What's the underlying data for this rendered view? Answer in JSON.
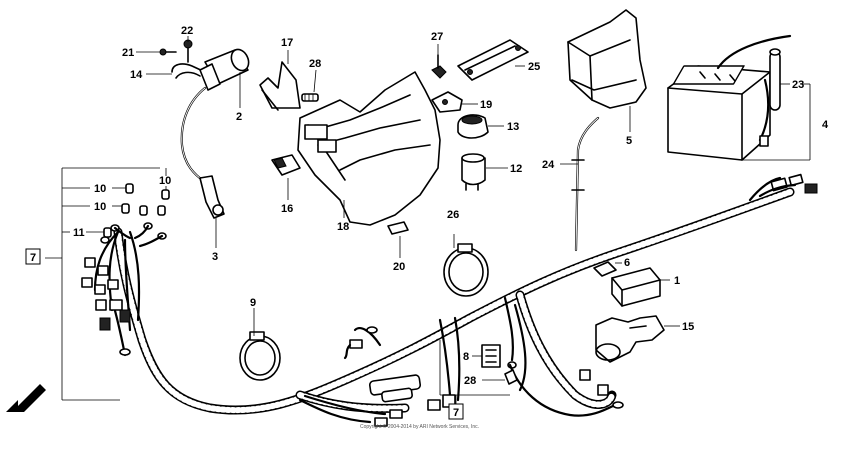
{
  "diagram": {
    "parts": [
      {
        "id": "p21",
        "label": "21"
      },
      {
        "id": "p22",
        "label": "22"
      },
      {
        "id": "p14",
        "label": "14"
      },
      {
        "id": "p2",
        "label": "2"
      },
      {
        "id": "p3",
        "label": "3"
      },
      {
        "id": "p17",
        "label": "17"
      },
      {
        "id": "p28a",
        "label": "28"
      },
      {
        "id": "p16",
        "label": "16"
      },
      {
        "id": "p18",
        "label": "18"
      },
      {
        "id": "p20",
        "label": "20"
      },
      {
        "id": "p27",
        "label": "27"
      },
      {
        "id": "p25",
        "label": "25"
      },
      {
        "id": "p19",
        "label": "19"
      },
      {
        "id": "p13",
        "label": "13"
      },
      {
        "id": "p12",
        "label": "12"
      },
      {
        "id": "p5",
        "label": "5"
      },
      {
        "id": "p24",
        "label": "24"
      },
      {
        "id": "p23",
        "label": "23"
      },
      {
        "id": "p4",
        "label": "4"
      },
      {
        "id": "p10a",
        "label": "10"
      },
      {
        "id": "p10b",
        "label": "10"
      },
      {
        "id": "p10c",
        "label": "10"
      },
      {
        "id": "p11",
        "label": "11"
      },
      {
        "id": "p26",
        "label": "26"
      },
      {
        "id": "p9",
        "label": "9"
      },
      {
        "id": "p6",
        "label": "6"
      },
      {
        "id": "p1",
        "label": "1"
      },
      {
        "id": "p15",
        "label": "15"
      },
      {
        "id": "p8",
        "label": "8"
      },
      {
        "id": "p28b",
        "label": "28"
      }
    ],
    "boxed": [
      {
        "id": "b7a",
        "label": "7"
      },
      {
        "id": "b7b",
        "label": "7"
      }
    ],
    "direction_label": "FWD",
    "copyright": "Copyright © 2004-2014 by ARI Network Services, Inc."
  }
}
